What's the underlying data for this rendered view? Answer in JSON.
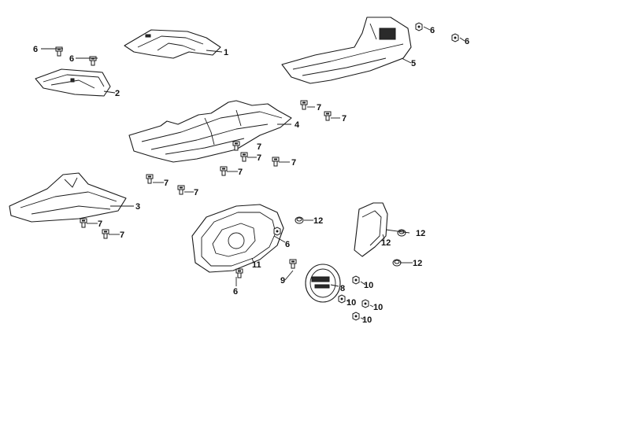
{
  "callouts": [
    {
      "id": "c1",
      "label": "1"
    },
    {
      "id": "c2",
      "label": "2"
    },
    {
      "id": "c3",
      "label": "3"
    },
    {
      "id": "c4",
      "label": "4"
    },
    {
      "id": "c5",
      "label": "5"
    },
    {
      "id": "c6a",
      "label": "6"
    },
    {
      "id": "c6b",
      "label": "6"
    },
    {
      "id": "c6c",
      "label": "6"
    },
    {
      "id": "c6d",
      "label": "6"
    },
    {
      "id": "c6e",
      "label": "6"
    },
    {
      "id": "c6f",
      "label": "6"
    },
    {
      "id": "c7a",
      "label": "7"
    },
    {
      "id": "c7b",
      "label": "7"
    },
    {
      "id": "c7c",
      "label": "7"
    },
    {
      "id": "c7d",
      "label": "7"
    },
    {
      "id": "c7e",
      "label": "7"
    },
    {
      "id": "c7f",
      "label": "7"
    },
    {
      "id": "c7g",
      "label": "7"
    },
    {
      "id": "c7h",
      "label": "7"
    },
    {
      "id": "c7i",
      "label": "7"
    },
    {
      "id": "c7j",
      "label": "7"
    },
    {
      "id": "c8",
      "label": "8"
    },
    {
      "id": "c9",
      "label": "9"
    },
    {
      "id": "c10a",
      "label": "10"
    },
    {
      "id": "c10b",
      "label": "10"
    },
    {
      "id": "c10c",
      "label": "10"
    },
    {
      "id": "c10d",
      "label": "10"
    },
    {
      "id": "c11",
      "label": "11"
    },
    {
      "id": "c12a",
      "label": "12"
    },
    {
      "id": "c12b",
      "label": "12"
    },
    {
      "id": "c12c",
      "label": "12"
    },
    {
      "id": "c12d",
      "label": "12"
    }
  ]
}
